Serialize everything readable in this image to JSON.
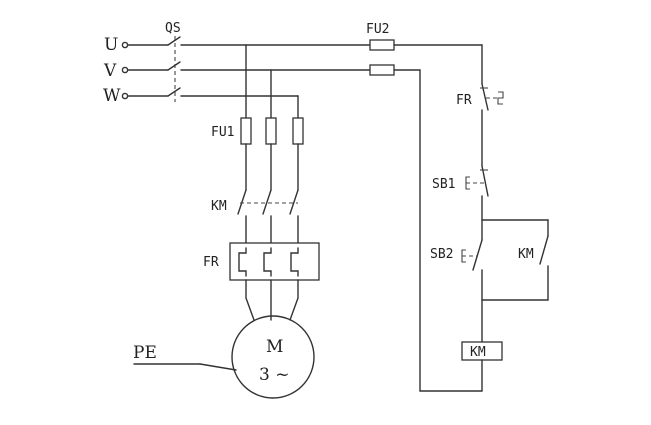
{
  "labels": {
    "phase_u": "U",
    "phase_v": "V",
    "phase_w": "W",
    "main_switch": "QS",
    "control_fuse": "FU2",
    "main_fuses": "FU1",
    "contactor_main": "KM",
    "overload_main": "FR",
    "overload_contact": "FR",
    "stop_button": "SB1",
    "start_button": "SB2",
    "hold_contact": "KM",
    "coil": "KM",
    "ground": "PE",
    "motor_letter": "M",
    "motor_phase": "3 ~"
  }
}
